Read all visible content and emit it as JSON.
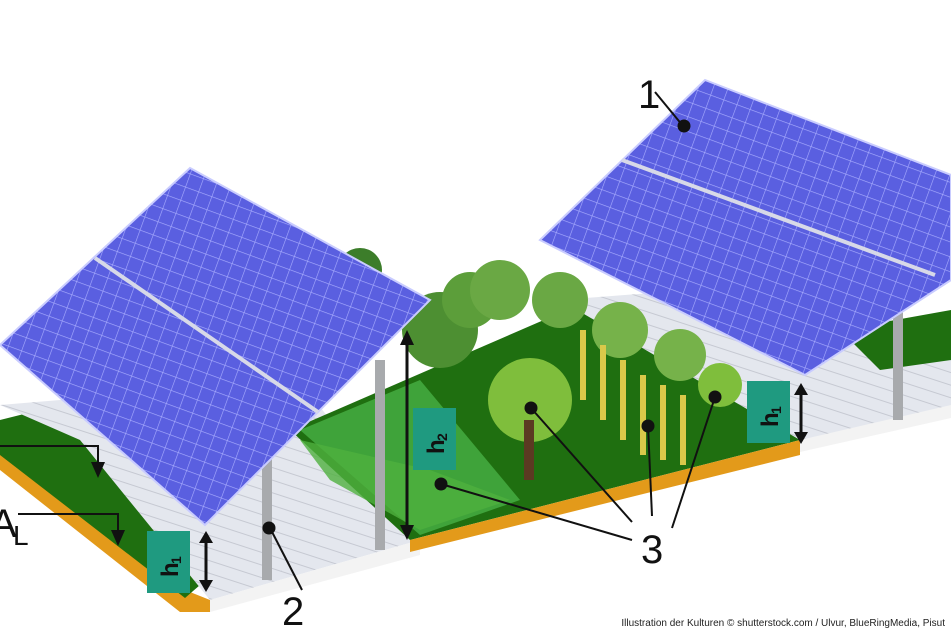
{
  "labels": {
    "panel": "1",
    "post": "2",
    "crops": "3",
    "area_letter": "A",
    "area_sub": "L",
    "h1_letter": "h",
    "h1_sub": "1",
    "h2_letter": "h",
    "h2_sub": "2"
  },
  "credit": "Illustration der Kulturen © shutterstock.com / Ulvur, BlueRingMedia, Pisut",
  "colors": {
    "panel": "#5a5fe0",
    "panel_grid": "#c9ccff",
    "ground_grass": "#1f6f10",
    "ground_edge": "#e39a1a",
    "path": "#e3e6ee",
    "hbox": "#1f9a80",
    "post": "#a8aaad"
  }
}
